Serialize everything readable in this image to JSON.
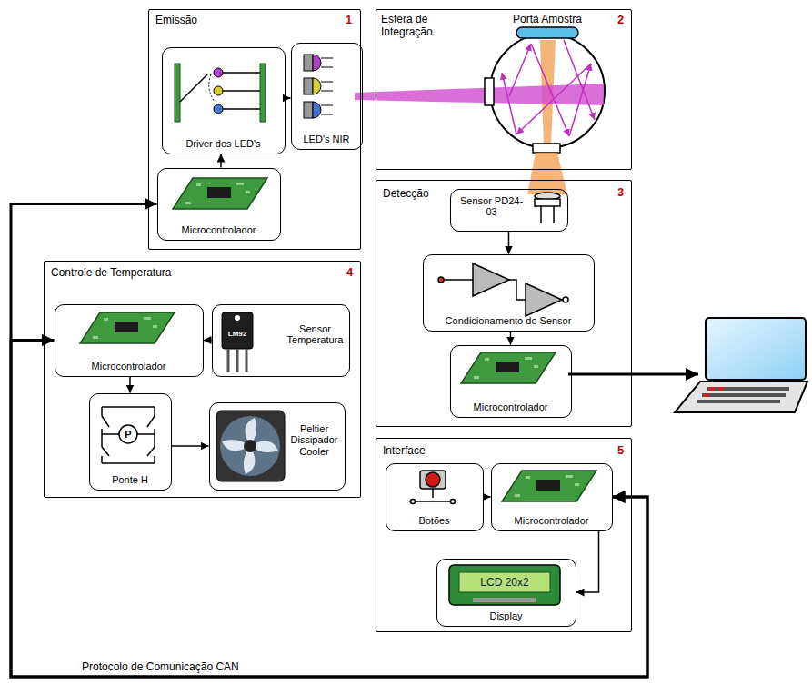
{
  "diagram": {
    "nodes": [
      {
        "text": [
          "Emissão"
        ]
      },
      {
        "text": [
          "Driver dos LED's"
        ],
        "in": 0
      },
      {
        "text": [
          "LED's NIR"
        ],
        "in": 0
      },
      {
        "text": [
          "Microcontrolador"
        ],
        "in": 0
      },
      {
        "text": [
          "Esfera de Integração"
        ]
      },
      {
        "text": [
          "Detecção"
        ]
      },
      {
        "text": [
          "Sensor PD24-03"
        ],
        "in": 5
      },
      {
        "text": [
          "Condicionamento do Sensor"
        ],
        "in": 5
      },
      {
        "text": [
          "Microcontrolador"
        ],
        "in": 5
      },
      {
        "text": [
          "Controle de Temperatura"
        ]
      },
      {
        "text": [
          "Microcontrolador"
        ],
        "in": 9
      },
      {
        "text": [
          "Sensor Temperatura"
        ],
        "in": 9
      },
      {
        "text": [
          "Ponte H"
        ],
        "in": 9
      },
      {
        "text": [
          "Peltier Dissipador Cooler"
        ],
        "in": 9
      },
      {
        "text": [
          "Interface"
        ]
      },
      {
        "text": [
          "Botões"
        ],
        "in": 14
      },
      {
        "text": [
          "Microcontrolador"
        ],
        "in": 14
      },
      {
        "text": [
          "Display"
        ],
        "in": 14
      }
    ],
    "edges": [
      {
        "from": 3,
        "to": 1,
        "arrow": "to"
      },
      {
        "from": 1,
        "to": 2,
        "arrow": "to"
      },
      {
        "from": 6,
        "to": 7,
        "arrow": "to"
      },
      {
        "from": 7,
        "to": 8,
        "arrow": "to"
      },
      {
        "from": 11,
        "to": 10,
        "arrow": "to"
      },
      {
        "from": 10,
        "to": 12,
        "arrow": "to"
      },
      {
        "from": 12,
        "to": 13,
        "arrow": "to"
      },
      {
        "from": 15,
        "to": 16,
        "arrow": "to"
      },
      {
        "from": 16,
        "to": 17,
        "arrow": "to"
      },
      {
        "from": 16,
        "to": 3,
        "arrow": "both"
      },
      {
        "from": 16,
        "to": 10,
        "arrow": "both"
      }
    ],
    "labels": [
      "1",
      "2",
      "3",
      "4",
      "5",
      "Porta Amostra",
      "LM92",
      "P",
      "LCD 20x2",
      "Protocolo de Comunicação CAN"
    ]
  }
}
